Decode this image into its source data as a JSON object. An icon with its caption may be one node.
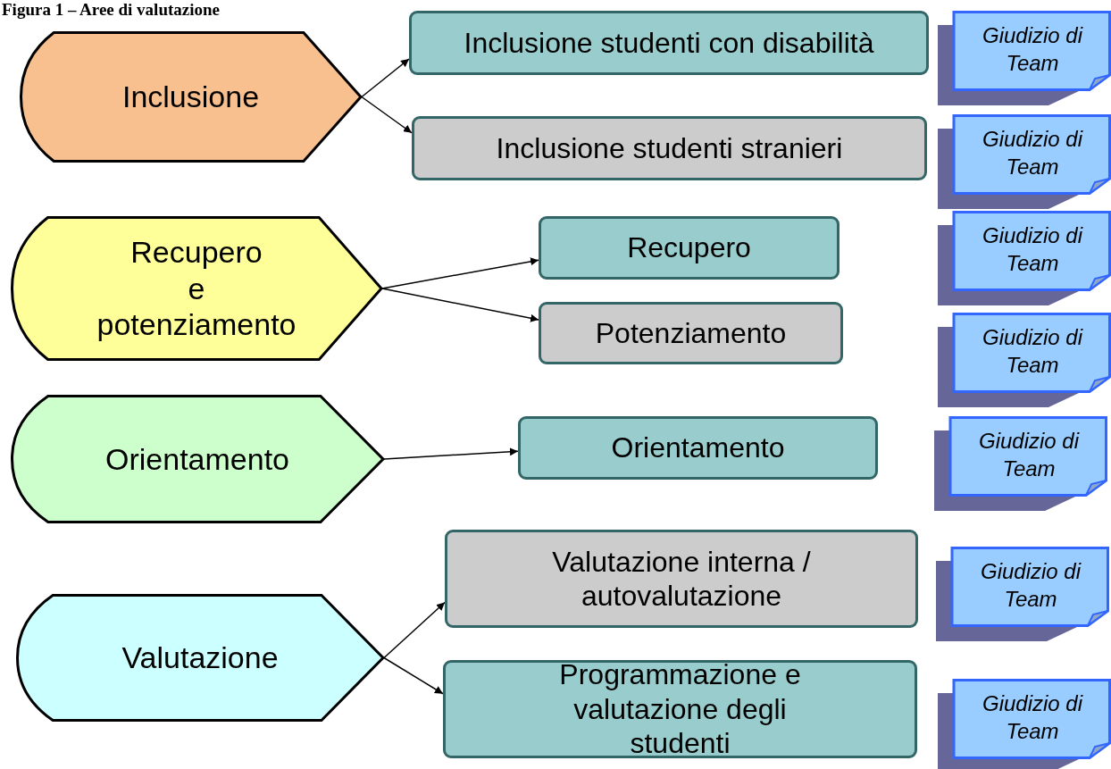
{
  "diagram": {
    "title": "Figura 1 – Aree di valutazione",
    "nodes": [
      {
        "text": [
          "Inclusione"
        ]
      },
      {
        "text": [
          "Inclusione studenti con disabilità"
        ]
      },
      {
        "text": [
          "Inclusione studenti stranieri"
        ]
      },
      {
        "text": [
          "Recupero e potenziamento"
        ]
      },
      {
        "text": [
          "Recupero"
        ]
      },
      {
        "text": [
          "Potenziamento"
        ]
      },
      {
        "text": [
          "Orientamento"
        ]
      },
      {
        "text": [
          "Orientamento"
        ]
      },
      {
        "text": [
          "Valutazione"
        ]
      },
      {
        "text": [
          "Valutazione interna / autovalutazione"
        ]
      },
      {
        "text": [
          "Programmazione e valutazione degli studenti"
        ]
      },
      {
        "text": [
          "Giudizio di Team"
        ]
      },
      {
        "text": [
          "Giudizio di Team"
        ]
      },
      {
        "text": [
          "Giudizio di Team"
        ]
      },
      {
        "text": [
          "Giudizio di Team"
        ]
      },
      {
        "text": [
          "Giudizio di Team"
        ]
      },
      {
        "text": [
          "Giudizio di Team"
        ]
      },
      {
        "text": [
          "Giudizio di Team"
        ]
      }
    ],
    "edges": [
      {
        "from": 0,
        "to": 1,
        "arrow": "to"
      },
      {
        "from": 0,
        "to": 2,
        "arrow": "to"
      },
      {
        "from": 3,
        "to": 4,
        "arrow": "to"
      },
      {
        "from": 3,
        "to": 5,
        "arrow": "to"
      },
      {
        "from": 6,
        "to": 7,
        "arrow": "to"
      },
      {
        "from": 8,
        "to": 9,
        "arrow": "to"
      },
      {
        "from": 8,
        "to": 10,
        "arrow": "to"
      }
    ]
  }
}
